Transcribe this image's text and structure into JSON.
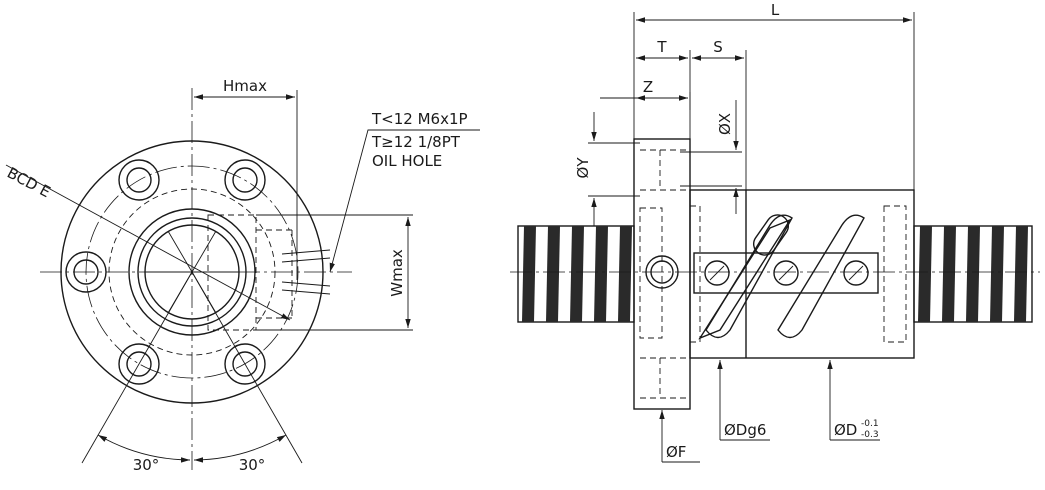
{
  "labels": {
    "hmax": "Hmax",
    "wmax": "Wmax",
    "bcd": "BCD E",
    "angle_left": "30°",
    "angle_right": "30°",
    "note_line1": "T<12 M6x1P",
    "note_line2": "T≥12 1/8PT",
    "note_line3": "OIL HOLE",
    "L": "L",
    "T": "T",
    "S": "S",
    "Z": "Z",
    "dia_x": "ØX",
    "dia_y": "ØY",
    "dia_f": "ØF",
    "dia_dg6": "ØDg6",
    "dia_d": "ØD",
    "tol_upper": "-0.1",
    "tol_lower": "-0.3"
  }
}
